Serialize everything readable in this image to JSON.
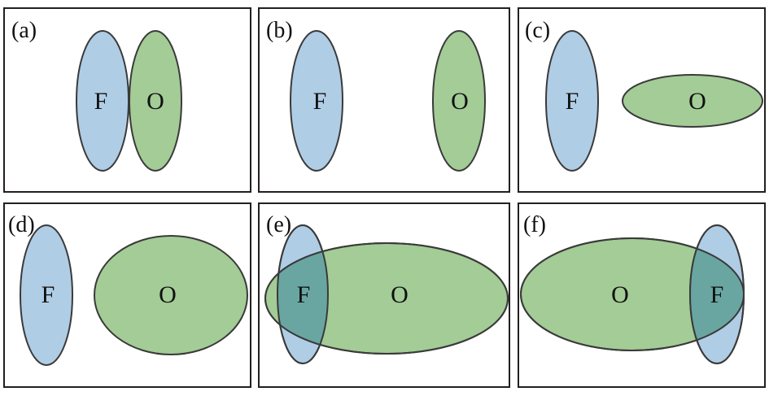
{
  "colors": {
    "blue": "#b0cde6",
    "green": "#a3cc96",
    "overlap": "#69a6a1",
    "outline": "#3a3a3a",
    "frame": "#231f20"
  },
  "panels": [
    {
      "tag": "(a)",
      "F": "F",
      "O": "O"
    },
    {
      "tag": "(b)",
      "F": "F",
      "O": "O"
    },
    {
      "tag": "(c)",
      "F": "F",
      "O": "O"
    },
    {
      "tag": "(d)",
      "F": "F",
      "O": "O"
    },
    {
      "tag": "(e)",
      "F": "F",
      "O": "O"
    },
    {
      "tag": "(f)",
      "F": "F",
      "O": "O"
    }
  ]
}
